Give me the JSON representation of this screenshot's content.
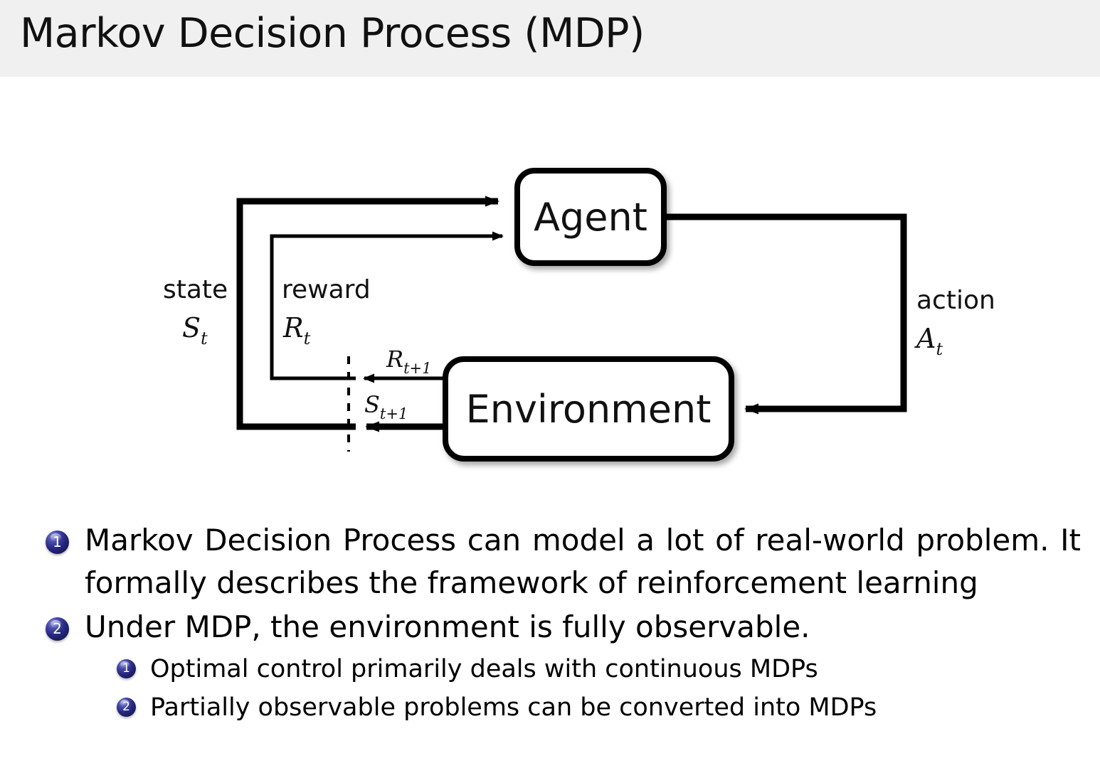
{
  "slide": {
    "title": "Markov Decision Process (MDP)",
    "header_bg": "#f0f0f0",
    "background": "#ffffff",
    "accent_color": "#26277e"
  },
  "diagram": {
    "name": "agent-environment-interaction-loop",
    "agent_box": {
      "label": "Agent"
    },
    "environment_box": {
      "label": "Environment"
    },
    "labels": {
      "state_word": "state",
      "state_symbol": "S",
      "state_subscript": "t",
      "reward_word": "reward",
      "reward_symbol": "R",
      "reward_subscript": "t",
      "action_word": "action",
      "action_symbol": "A",
      "action_subscript": "t",
      "reward_next_symbol": "R",
      "reward_next_subscript": "t+1",
      "state_next_symbol": "S",
      "state_next_subscript": "t+1"
    }
  },
  "bullets": [
    {
      "number": "1",
      "level": 1,
      "lines": [
        "Markov Decision Process can model a lot of real-world problem. It",
        "formally describes the framework of reinforcement learning"
      ],
      "text": "Markov Decision Process can model a lot of real-world problem. It formally describes the framework of reinforcement learning"
    },
    {
      "number": "2",
      "level": 1,
      "lines": [
        "Under MDP, the environment is fully observable."
      ],
      "text": "Under MDP, the environment is fully observable."
    },
    {
      "number": "1",
      "level": 2,
      "lines": [
        "Optimal control primarily deals with continuous MDPs"
      ],
      "text": "Optimal control primarily deals with continuous MDPs"
    },
    {
      "number": "2",
      "level": 2,
      "lines": [
        "Partially observable problems can be converted into MDPs"
      ],
      "text": "Partially observable problems can be converted into MDPs"
    }
  ]
}
